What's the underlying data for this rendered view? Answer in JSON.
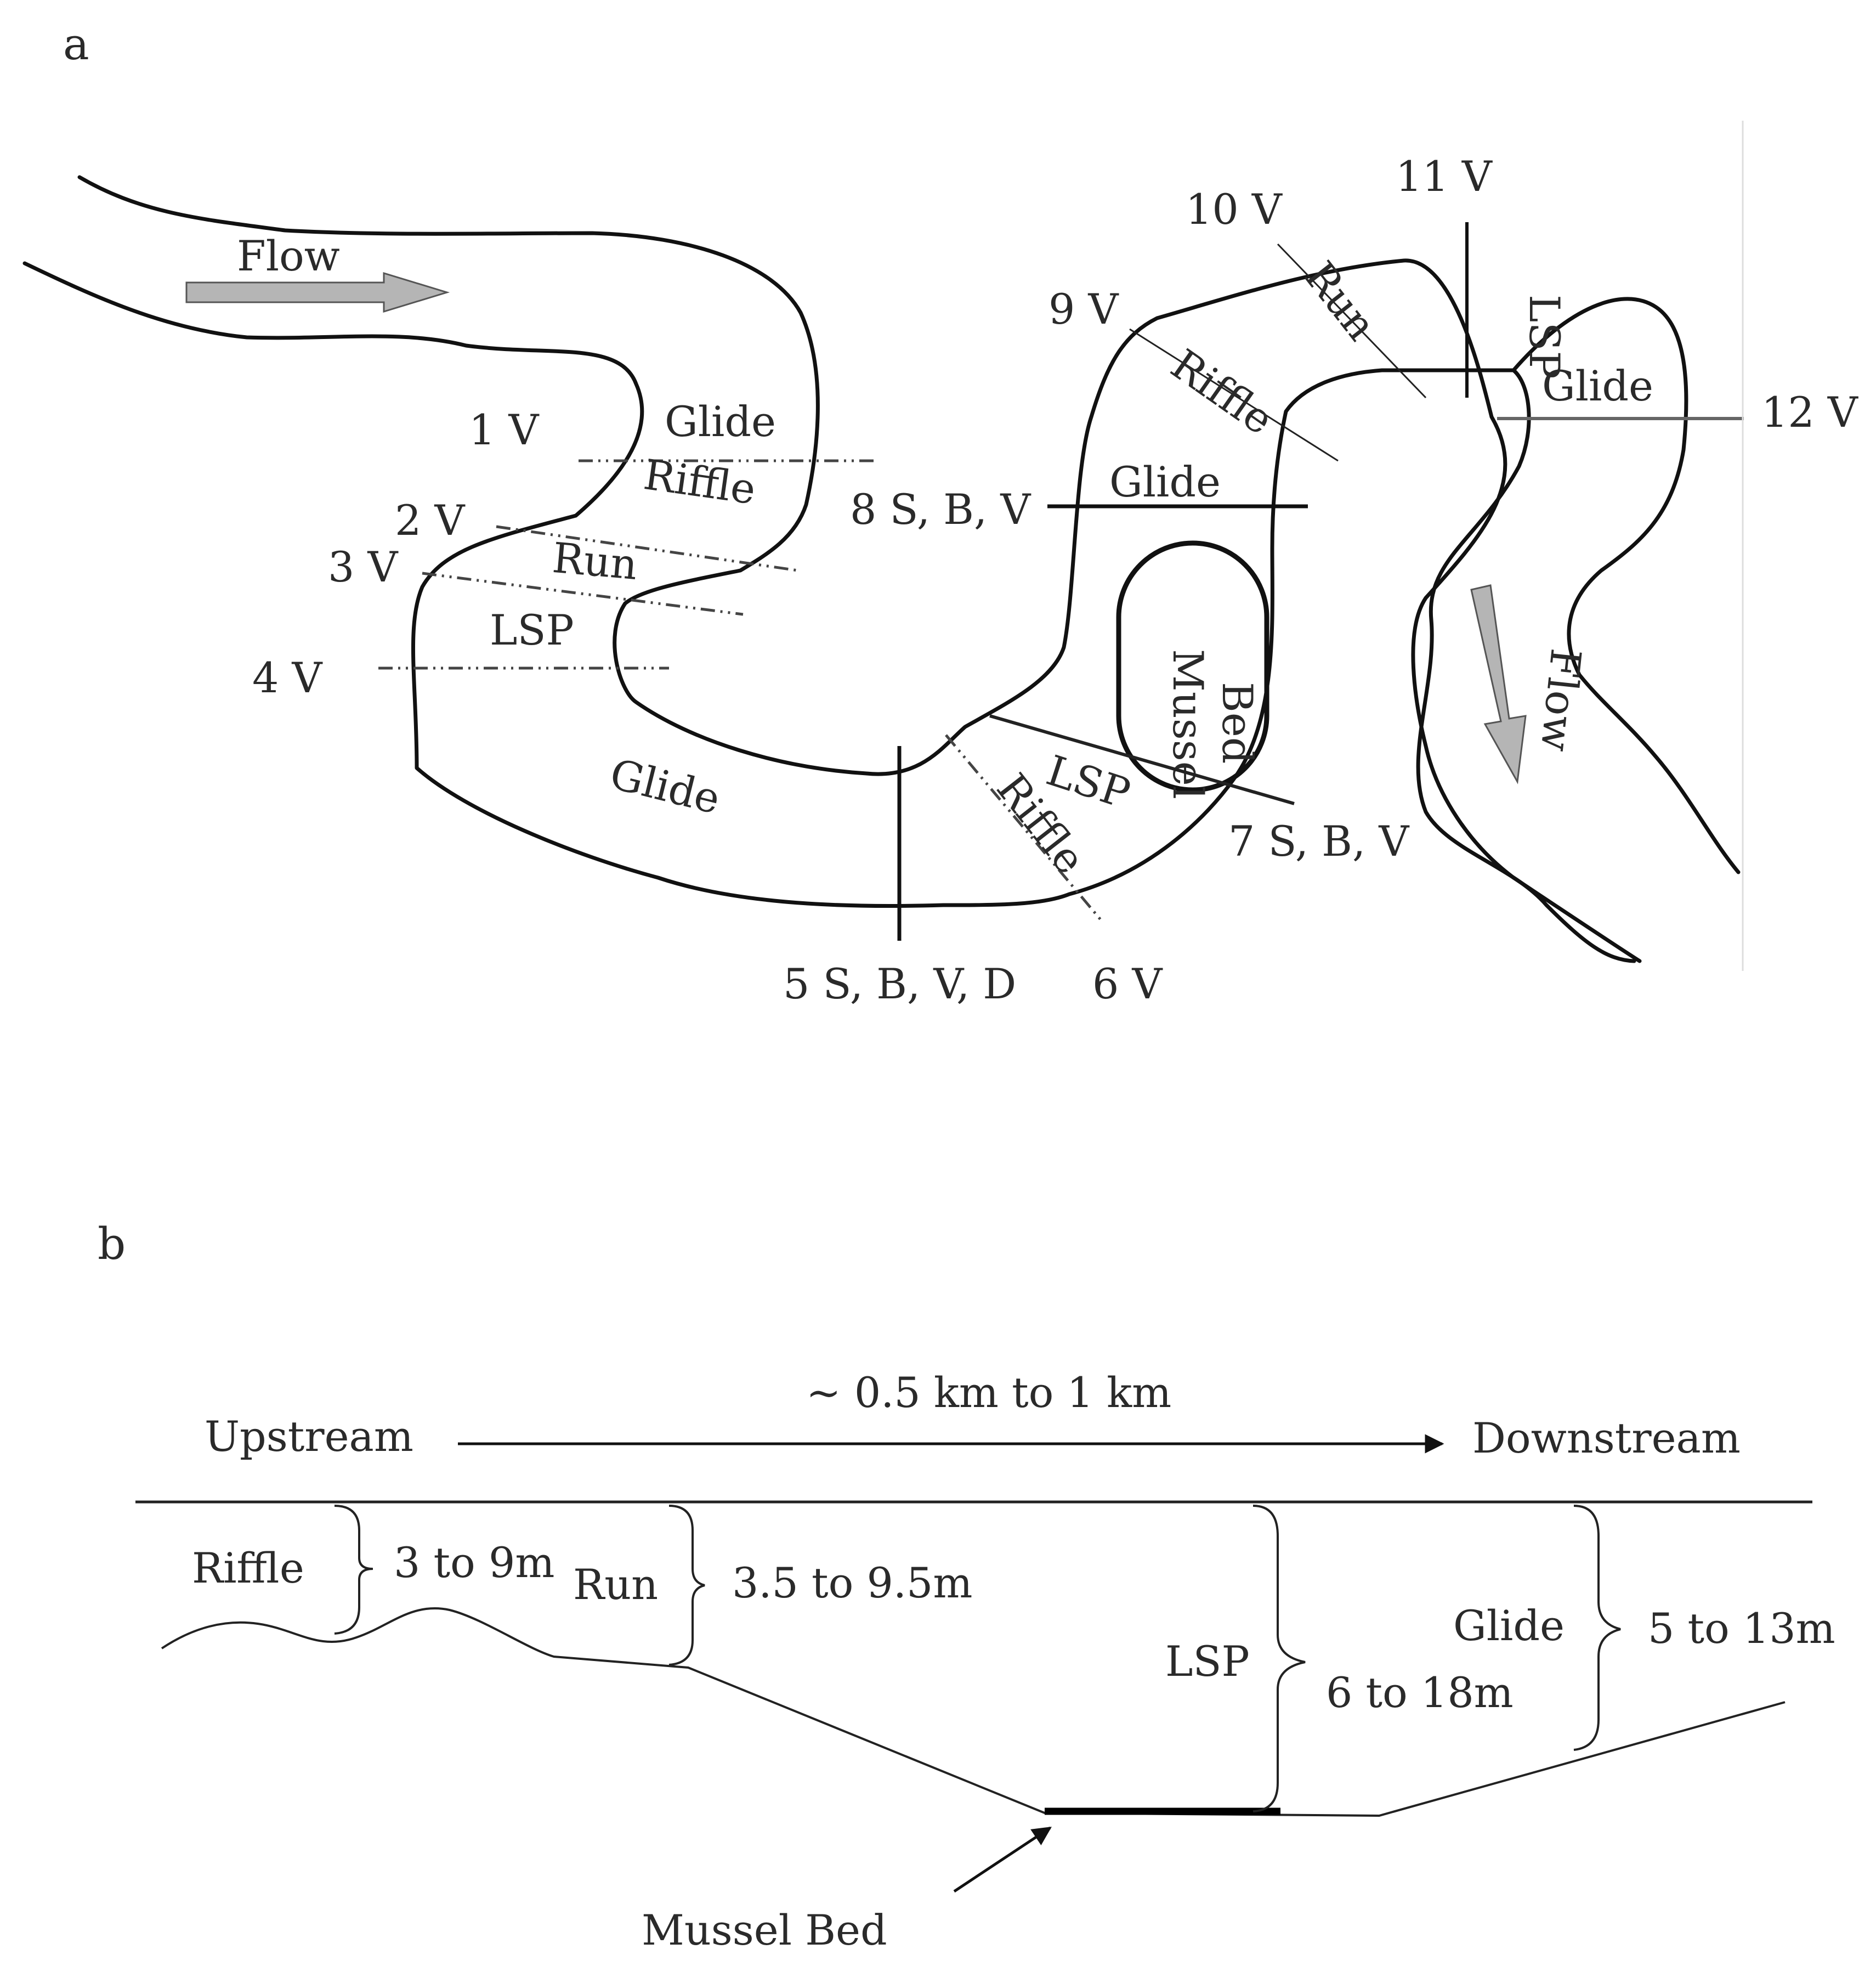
{
  "panel_a": {
    "panel_label": "a",
    "flow_labels": [
      "Flow",
      "Flow"
    ],
    "units": [
      "Glide",
      "Riffle",
      "Run",
      "LSP",
      "Glide",
      "Riffle",
      "LSP",
      "Glide",
      "Riffle",
      "Run",
      "LSP",
      "Glide"
    ],
    "mussel_bed": [
      "Mussel",
      "Bed"
    ],
    "transects": [
      "1 V",
      "2 V",
      "3 V",
      "4 V",
      "5 S, B, V, D",
      "6 V",
      "7 S, B, V",
      "8 S, B, V",
      "9 V",
      "10 V",
      "11 V",
      "12 V"
    ]
  },
  "panel_b": {
    "panel_label": "b",
    "distance": "~ 0.5 km to 1 km",
    "upstream": "Upstream",
    "downstream": "Downstream",
    "riffle": "Riffle",
    "riffle_len": "3 to 9m",
    "run": "Run",
    "run_len": "3.5 to 9.5m",
    "lsp": "LSP",
    "lsp_len": "6 to 18m",
    "glide": "Glide",
    "glide_len": "5 to 13m",
    "mussel_bed": "Mussel Bed"
  }
}
